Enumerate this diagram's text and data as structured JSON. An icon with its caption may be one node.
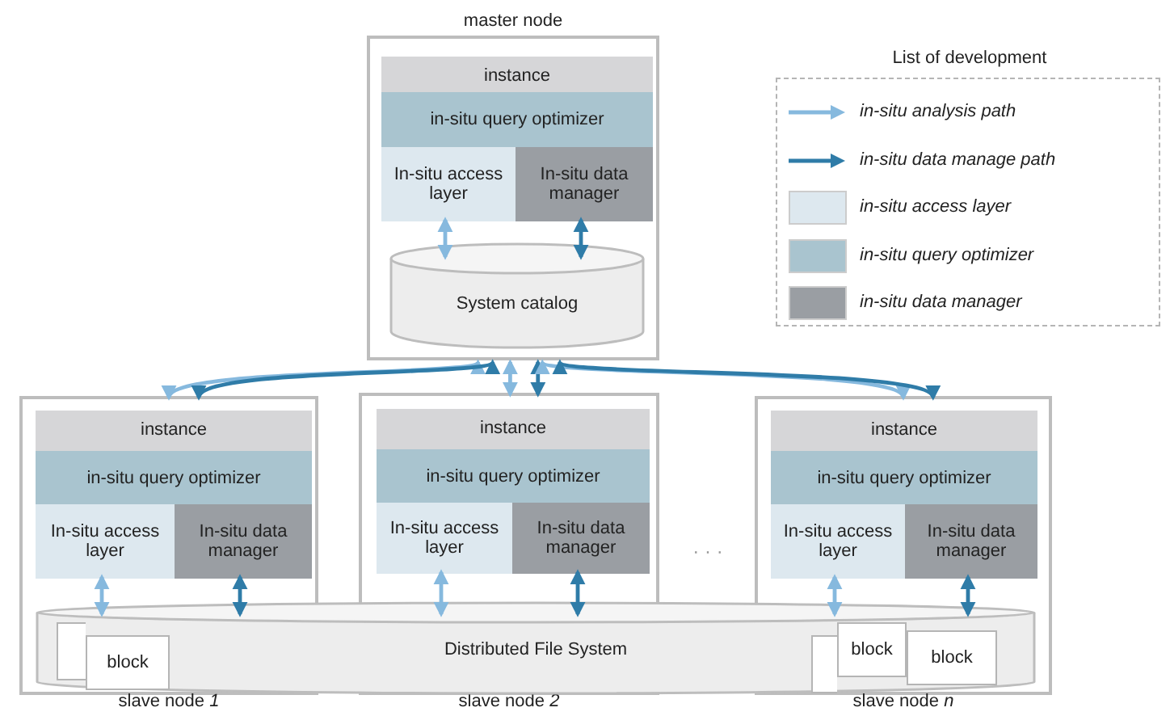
{
  "diagram": {
    "nodes": [
      {
        "text": [
          "master node"
        ]
      },
      {
        "text": [
          "instance"
        ],
        "in": 0
      },
      {
        "text": [
          "in-situ query optimizer"
        ],
        "in": 1
      },
      {
        "text": [
          "In-situ access layer"
        ],
        "in": 1
      },
      {
        "text": [
          "In-situ data manager"
        ],
        "in": 1
      },
      {
        "text": [
          "System catalog"
        ],
        "in": 0
      },
      {
        "text": [
          "slave node *1*"
        ]
      },
      {
        "text": [
          "instance"
        ],
        "in": 6
      },
      {
        "text": [
          "in-situ query optimizer"
        ],
        "in": 7
      },
      {
        "text": [
          "In-situ access layer"
        ],
        "in": 7
      },
      {
        "text": [
          "In-situ data manager"
        ],
        "in": 7
      },
      {
        "text": [
          "slave node *2*"
        ]
      },
      {
        "text": [
          "instance"
        ],
        "in": 11
      },
      {
        "text": [
          "in-situ query optimizer"
        ],
        "in": 12
      },
      {
        "text": [
          "In-situ access layer"
        ],
        "in": 12
      },
      {
        "text": [
          "In-situ data manager"
        ],
        "in": 12
      },
      {
        "text": [
          "slave node *n*"
        ]
      },
      {
        "text": [
          "instance"
        ],
        "in": 16
      },
      {
        "text": [
          "in-situ query optimizer"
        ],
        "in": 17
      },
      {
        "text": [
          "In-situ access layer"
        ],
        "in": 17
      },
      {
        "text": [
          "In-situ data manager"
        ],
        "in": 17
      },
      {
        "text": [
          "Distributed File System"
        ]
      },
      {
        "text": [],
        "shape": "box"
      },
      {
        "text": [
          "block"
        ]
      },
      {
        "text": [],
        "shape": "box"
      },
      {
        "text": [
          "block"
        ]
      },
      {
        "text": [
          "block"
        ]
      }
    ],
    "edges": [
      {
        "from": 3,
        "to": 5,
        "arrow": "both",
        "color": "#86b9de"
      },
      {
        "from": 4,
        "to": 5,
        "arrow": "both",
        "color": "#2f7ca8"
      },
      {
        "from": 0,
        "to": 6,
        "arrow": "both",
        "color": "#86b9de"
      },
      {
        "from": 0,
        "to": 6,
        "arrow": "both",
        "color": "#2f7ca8"
      },
      {
        "from": 0,
        "to": 11,
        "arrow": "both",
        "color": "#86b9de"
      },
      {
        "from": 0,
        "to": 11,
        "arrow": "both",
        "color": "#2f7ca8"
      },
      {
        "from": 0,
        "to": 16,
        "arrow": "both",
        "color": "#86b9de"
      },
      {
        "from": 0,
        "to": 16,
        "arrow": "both",
        "color": "#2f7ca8"
      },
      {
        "from": 9,
        "to": 21,
        "arrow": "both",
        "color": "#86b9de"
      },
      {
        "from": 10,
        "to": 21,
        "arrow": "both",
        "color": "#2f7ca8"
      },
      {
        "from": 14,
        "to": 21,
        "arrow": "both",
        "color": "#86b9de"
      },
      {
        "from": 15,
        "to": 21,
        "arrow": "both",
        "color": "#2f7ca8"
      },
      {
        "from": 19,
        "to": 21,
        "arrow": "both",
        "color": "#86b9de"
      },
      {
        "from": 20,
        "to": 21,
        "arrow": "both",
        "color": "#2f7ca8"
      }
    ],
    "labels": [
      "· · ·",
      "List of development"
    ],
    "legend": [
      {
        "text": "in-situ analysis path"
      },
      {
        "text": "in-situ data manage path"
      },
      {
        "text": "in-situ access layer",
        "color": "#dde8ef"
      },
      {
        "text": "in-situ query optimizer",
        "color": "#a9c4cf"
      },
      {
        "text": "in-situ data manager",
        "color": "#9a9ea3"
      }
    ]
  }
}
